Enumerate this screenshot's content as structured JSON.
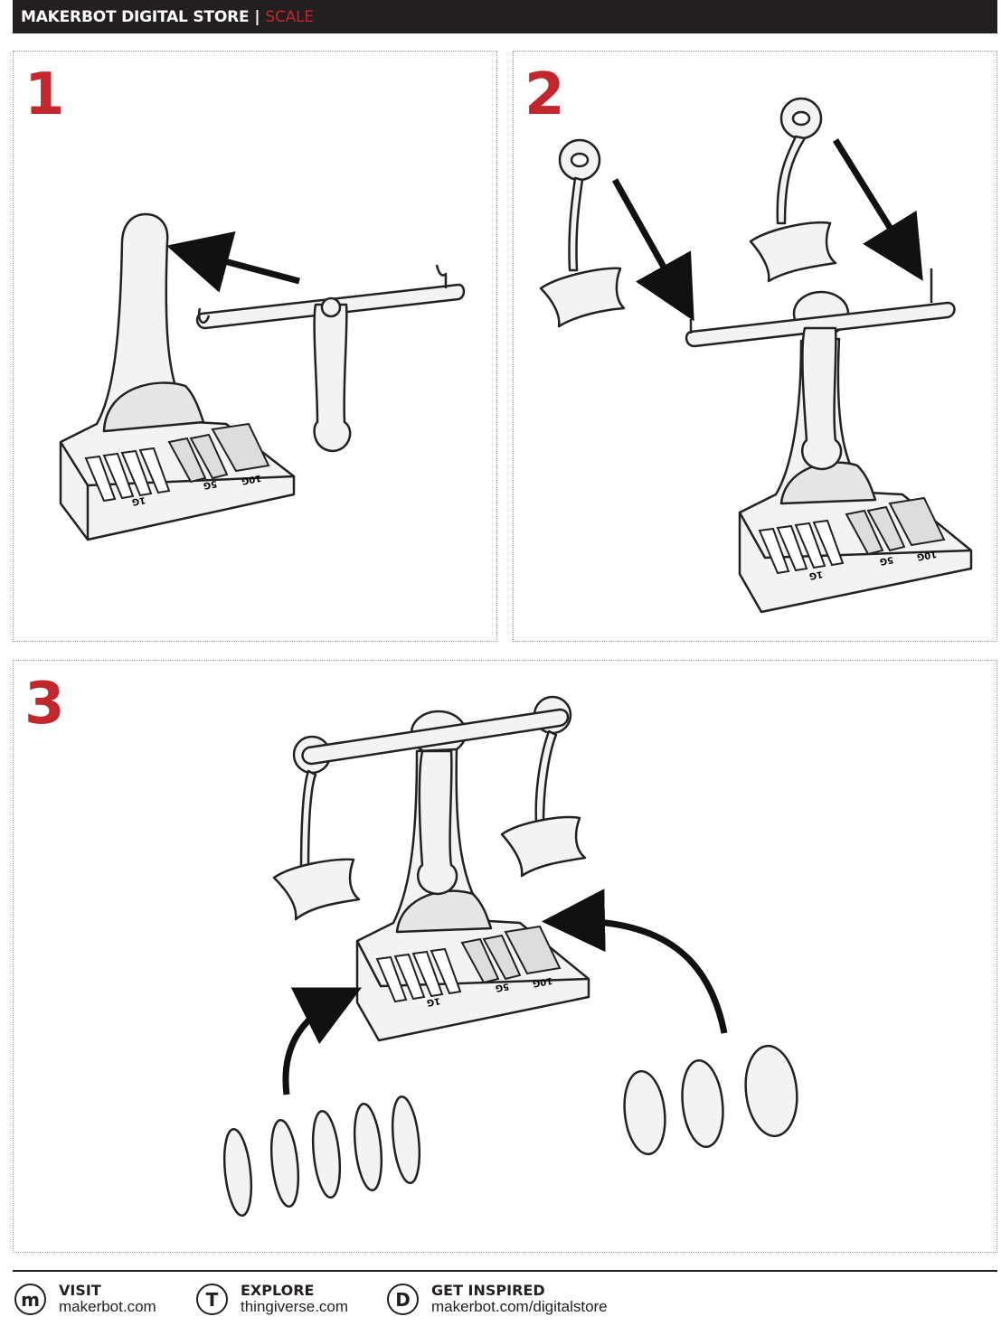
{
  "header": {
    "brand": "MAKERBOT DIGITAL STORE",
    "separator": "|",
    "product": "SCALE"
  },
  "steps": [
    {
      "number": "1"
    },
    {
      "number": "2"
    },
    {
      "number": "3"
    }
  ],
  "figure_labels": {
    "weight_small": "1G",
    "weight_medium": "5G",
    "weight_large": "10G"
  },
  "footer": {
    "items": [
      {
        "icon": "makerbot-m-icon",
        "glyph": "m",
        "label": "VISIT",
        "link": "makerbot.com"
      },
      {
        "icon": "thingiverse-t-icon",
        "glyph": "T",
        "label": "EXPLORE",
        "link": "thingiverse.com"
      },
      {
        "icon": "digitalstore-d-icon",
        "glyph": "D",
        "label": "GET INSPIRED",
        "link": "makerbot.com/digitalstore"
      }
    ]
  },
  "colors": {
    "header_bg": "#231f20",
    "accent_red": "#c1272d",
    "line": "#231f20"
  }
}
